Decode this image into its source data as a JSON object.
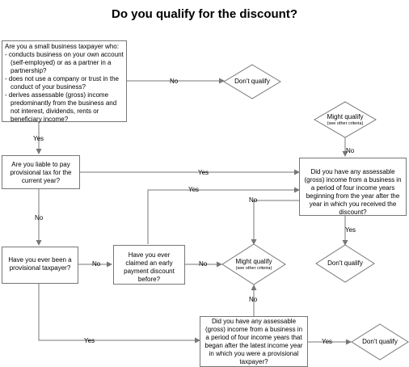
{
  "title": "Do you qualify for the discount?",
  "nodes": {
    "small_business": {
      "intro": "Are you a small business taxpayer who:",
      "bullets": [
        "- conducts business on your own account (self-employed) or as a partner in a partnership?",
        "- does not use a company or trust in the conduct of your business?",
        "- derives assessable (gross) income predominantly from the business and not interest, dividends, rents or beneficiary income?"
      ]
    },
    "provisional_tax": "Are you liable to pay provisional tax for the current year?",
    "ever_provisional": "Have you ever been a provisional taxpayer?",
    "claimed_discount": "Have you ever claimed an early payment discount before?",
    "income_after_received": "Did you have any assessable (gross) income from a business in a period of four income years beginning from the year after the year in which you received the discount?",
    "income_after_provisional": "Did you have any assessable (gross) income from a business in a period of four income years that began after the latest income year in which you were a provisional taxpayer?",
    "dont_qualify_top": "Don't qualify",
    "might_qualify_top": {
      "label": "Might qualify",
      "note": "(see other criteria)"
    },
    "dont_qualify_right": "Don't qualify",
    "might_qualify_center": {
      "label": "Might qualify",
      "note": "(see other criteria)"
    },
    "dont_qualify_bottom": "Don't qualify"
  },
  "edge_labels": {
    "sb_no": "No",
    "sb_yes": "Yes",
    "pt_yes": "Yes",
    "pt_no": "No",
    "ep_no": "No",
    "ep_yes": "Yes",
    "cd_yes": "Yes",
    "cd_no": "No",
    "iar_no": "No",
    "iar_yes": "Yes",
    "mq_no": "No",
    "iap_no": "No",
    "iap_yes": "Yes"
  },
  "colors": {
    "line": "#777777",
    "text": "#000000",
    "background": "#ffffff"
  }
}
